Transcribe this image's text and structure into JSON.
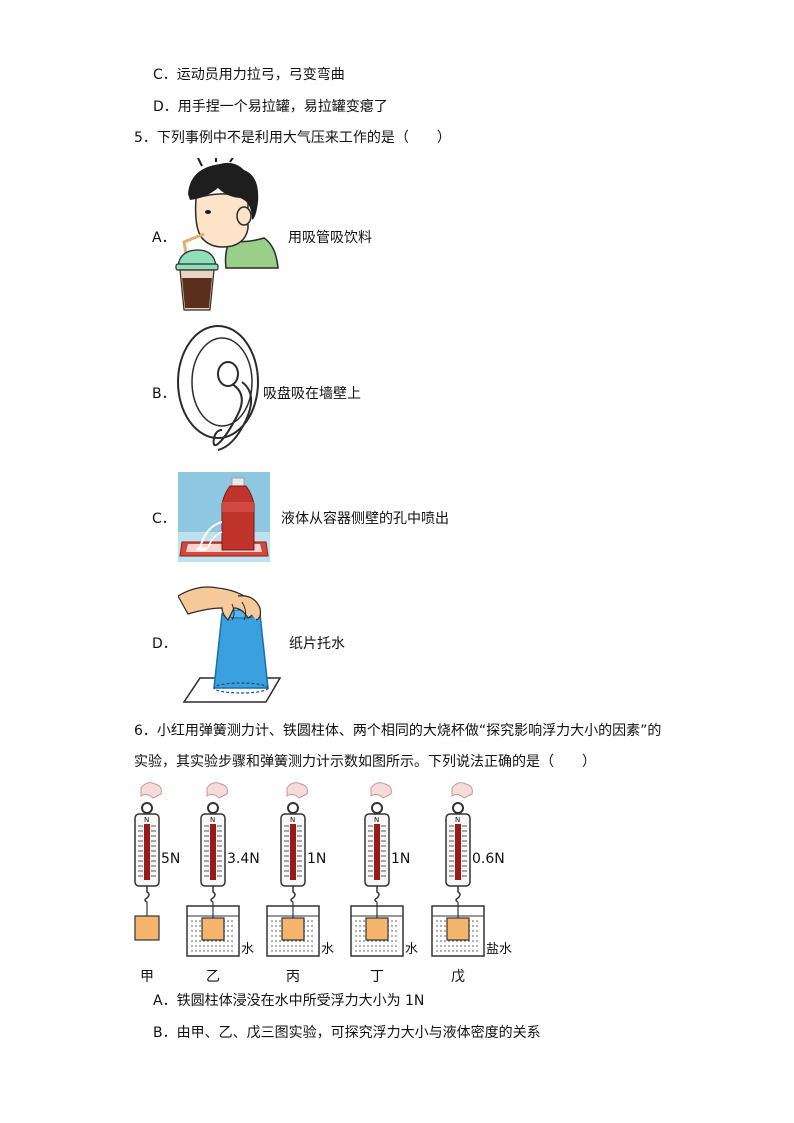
{
  "q4": {
    "option_c": "C．运动员用力拉弓，弓变弯曲",
    "option_d": "D．用手捏一个易拉罐，易拉罐变瘪了"
  },
  "q5": {
    "stem": "5．下列事例中不是利用大气压来工作的是（　　）",
    "options": [
      {
        "letter": "A．",
        "caption": "用吸管吸饮料",
        "image": "boy-drinking-with-straw"
      },
      {
        "letter": "B．",
        "caption": "吸盘吸在墙壁上",
        "image": "suction-cup-hook"
      },
      {
        "letter": "C．",
        "caption": "液体从容器侧壁的孔中喷出",
        "image": "bottle-side-hole-jet"
      },
      {
        "letter": "D．",
        "caption": "纸片托水",
        "image": "inverted-cup-on-paper"
      }
    ]
  },
  "q6": {
    "stem_line1": "6．小红用弹簧测力计、铁圆柱体、两个相同的大烧杯做“探究影响浮力大小的因素”的",
    "stem_line2": "实验，其实验步骤和弹簧测力计示数如图所示。下列说法正确的是（　　）",
    "figure": {
      "scale_unit": "N",
      "setups": [
        {
          "step": "甲",
          "reading": "5N",
          "liquid": ""
        },
        {
          "step": "乙",
          "reading": "3.4N",
          "liquid": "水"
        },
        {
          "step": "丙",
          "reading": "1N",
          "liquid": "水"
        },
        {
          "step": "丁",
          "reading": "1N",
          "liquid": "水"
        },
        {
          "step": "戊",
          "reading": "0.6N",
          "liquid": "盐水"
        }
      ]
    },
    "options": {
      "a": "A．铁圆柱体浸没在水中所受浮力大小为 1N",
      "b": "B．由甲、乙、戊三图实验，可探究浮力大小与液体密度的关系"
    }
  },
  "colors": {
    "cylinder": "#f5b56c",
    "cup_blue": "#3aa0e0",
    "red_liquid": "#c0342c",
    "bg_blue": "#8fc6e0",
    "collar_green": "#9acf8a"
  }
}
